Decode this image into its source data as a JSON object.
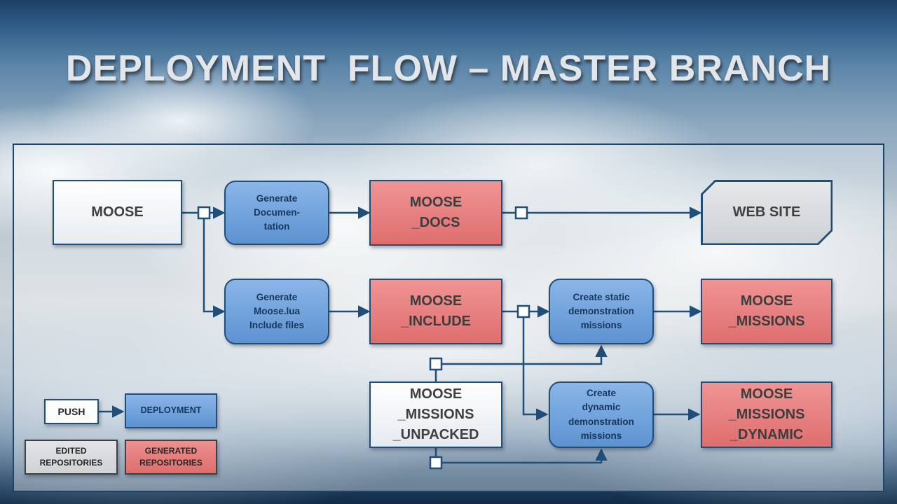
{
  "title": "DEPLOYMENT  FLOW – MASTER BRANCH",
  "nodes": {
    "moose": "MOOSE",
    "generate_documentation": "Generate\nDocumen-\ntation",
    "moose_docs": "MOOSE\n_DOCS",
    "web_site": "WEB SITE",
    "generate_include": "Generate\nMoose.lua\nInclude files",
    "moose_include": "MOOSE\n_INCLUDE",
    "create_static": "Create static\ndemonstration\nmissions",
    "moose_missions": "MOOSE\n_MISSIONS",
    "moose_missions_unpacked": "MOOSE\n_MISSIONS\n_UNPACKED",
    "create_dynamic": "Create\ndynamic\ndemonstration\nmissions",
    "moose_missions_dynamic": "MOOSE\n_MISSIONS\n_DYNAMIC"
  },
  "legend": {
    "push": "PUSH",
    "deployment": "DEPLOYMENT",
    "edited_repositories": "EDITED\nREPOSITORIES",
    "generated_repositories": "GENERATED\nREPOSITORIES"
  },
  "colors": {
    "process_blue": "#6fa8dc",
    "generated_red": "#e57777",
    "edited_gray": "#d9d9d9",
    "connector_navy": "#1f4e79"
  }
}
